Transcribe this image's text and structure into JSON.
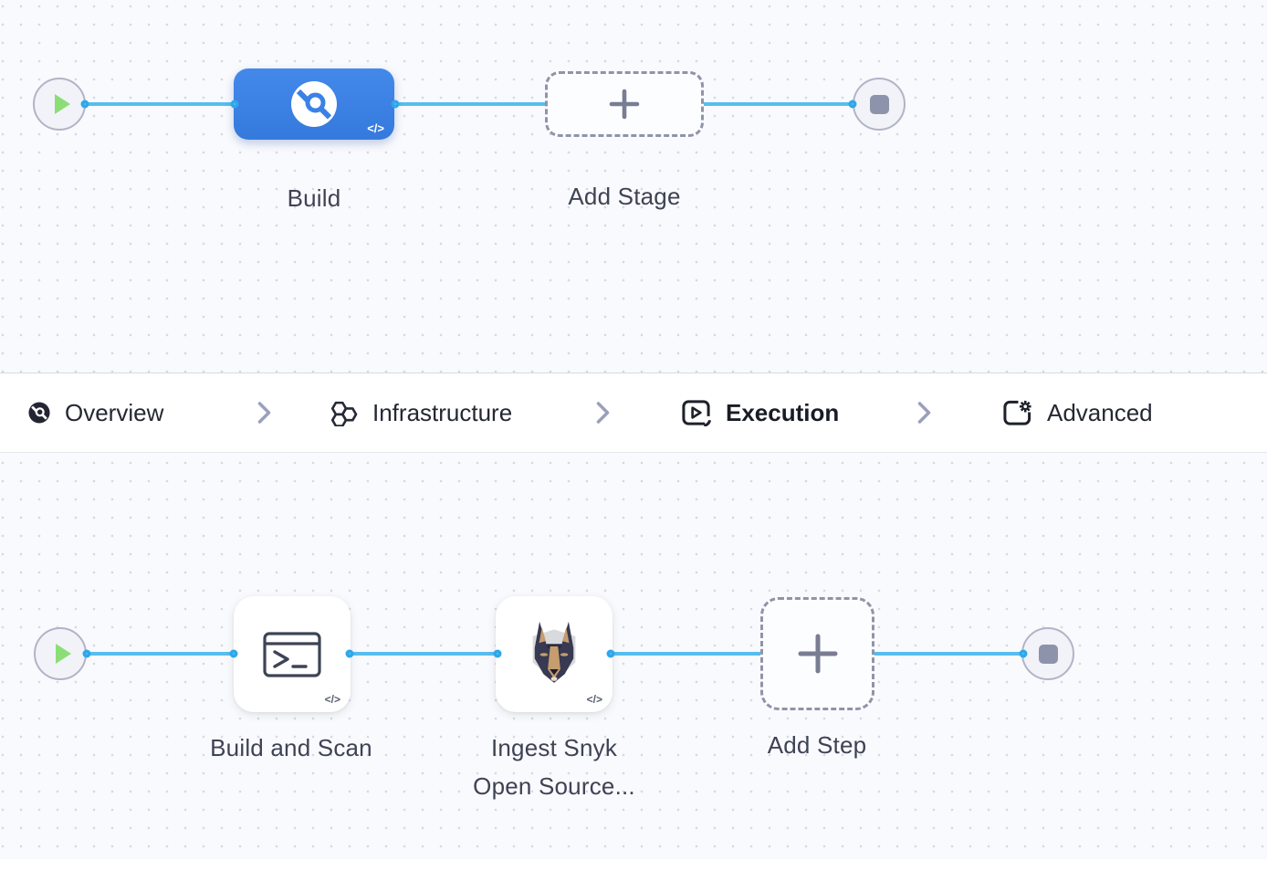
{
  "stage_pipeline": {
    "build_stage": {
      "label": "Build",
      "code_badge": "</>"
    },
    "add_stage": {
      "label": "Add Stage"
    }
  },
  "tab_bar": {
    "overview": "Overview",
    "infrastructure": "Infrastructure",
    "execution": "Execution",
    "advanced": "Advanced"
  },
  "execution_pipeline": {
    "build_and_scan": {
      "label": "Build and Scan",
      "code_badge": "</>"
    },
    "ingest_snyk": {
      "label_line1": "Ingest Snyk",
      "label_line2": "Open Source...",
      "code_badge": "</>"
    },
    "add_step": {
      "label": "Add Step"
    }
  },
  "icons": {
    "start_node": "play-icon",
    "end_node": "stop-icon",
    "build_stage": "ci-scan-icon",
    "overview_tab": "ci-overview-icon",
    "infrastructure_tab": "hexagons-icon",
    "execution_tab": "play-window-icon",
    "advanced_tab": "page-gear-icon",
    "build_and_scan_step": "terminal-icon",
    "ingest_snyk_step": "snyk-doberman-icon",
    "add_nodes": "plus-icon",
    "tab_separator": "chevron-right-icon"
  },
  "colors": {
    "stage_blue": "#3B82E5",
    "connector_line_blue": "#58BDEE",
    "connector_ring_blue": "#2EA7EA",
    "active_tab_underline": "#2E70CF",
    "play_green": "#8BDE76",
    "end_square_gray": "#8E93AC",
    "canvas_background": "#F9FAFD",
    "label_text": "#3E4354"
  }
}
